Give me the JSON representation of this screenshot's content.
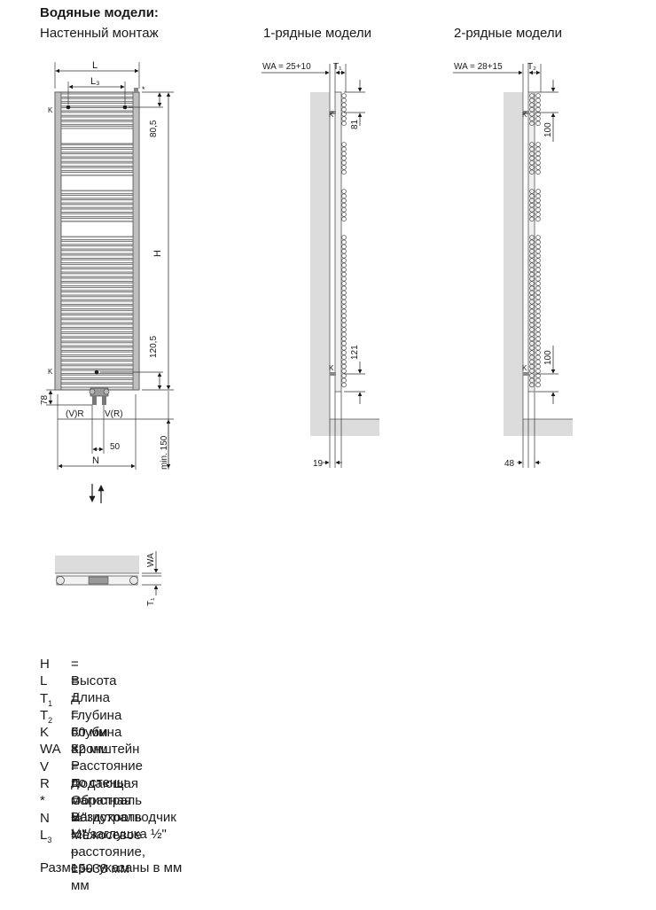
{
  "header": {
    "title": "Водяные модели:",
    "wall_mount": "Настенный монтаж",
    "single_row": "1-рядные модели",
    "double_row": "2-рядные модели"
  },
  "front_view": {
    "L": "L",
    "L3": "L₃",
    "H": "H",
    "N": "N",
    "K": "K",
    "star": "*",
    "top_dim": "80,5",
    "bottom_dim": "120,5",
    "pipe_offset": "78",
    "min_clearance": "min. 150",
    "left_pipe": "(V)R",
    "right_pipe": "V(R)",
    "pipe_gap": "50"
  },
  "side_view_1": {
    "wa": "WA = 25+10",
    "t": "T₁",
    "top_dim": "81",
    "bottom_dim": "121",
    "wall_gap": "19",
    "K": "K"
  },
  "side_view_2": {
    "wa": "WA = 28+15",
    "t": "T₂",
    "top_dim": "100",
    "bottom_dim": "100",
    "wall_gap": "48",
    "K": "K"
  },
  "top_view": {
    "wa": "WA",
    "t": "T₁"
  },
  "legend": [
    {
      "sym": "H",
      "sub": "",
      "def": "= Высота"
    },
    {
      "sym": "L",
      "sub": "",
      "def": "= Длина"
    },
    {
      "sym": "T",
      "sub": "1",
      "def": "= Глубина 60 мм"
    },
    {
      "sym": "T",
      "sub": "2",
      "def": "= Глубина 82 мм"
    },
    {
      "sym": "K",
      "sub": "",
      "def": "= Кронштейн"
    },
    {
      "sym": "WA",
      "sub": "",
      "def": "= Расстояние до стены"
    },
    {
      "sym": "V",
      "sub": "",
      "def": "= Подающая магистраль ½\""
    },
    {
      "sym": "R",
      "sub": "",
      "def": "= Обратная магистраль ½\""
    },
    {
      "sym": "*",
      "sub": "",
      "def": "= Воздухоотводчик ½\"/заглушка ½\""
    },
    {
      "sym": "N",
      "sub": "",
      "def": "= Межосевое расстояние, L – 38 мм"
    },
    {
      "sym": "L",
      "sub": "3",
      "def": "= L – 150 мм"
    }
  ],
  "footnote": "Размеры указаны в мм"
}
